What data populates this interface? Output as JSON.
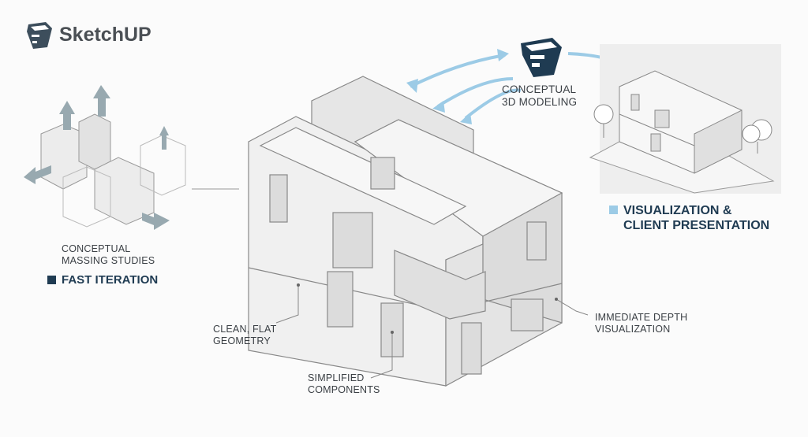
{
  "brand": {
    "name": "SketchUP",
    "icon": "sketchup-logo-icon"
  },
  "center_label": [
    "CONCEPTUAL",
    "3D MODELING"
  ],
  "left": {
    "caption": [
      "CONCEPTUAL",
      "MASSING STUDIES"
    ],
    "heading": "FAST ITERATION"
  },
  "right": {
    "heading": [
      "VISUALIZATION &",
      "CLIENT PRESENTATION"
    ]
  },
  "callouts": {
    "geometry": [
      "CLEAN, FLAT",
      "GEOMETRY"
    ],
    "components": [
      "SIMPLIFIED",
      "COMPONENTS"
    ],
    "depth": [
      "IMMEDIATE DEPTH",
      "VISUALIZATION"
    ]
  },
  "colors": {
    "navy": "#1f3b52",
    "accent": "#9ccbe6",
    "face": "#e9e9e9",
    "line": "#8a8a8a"
  }
}
